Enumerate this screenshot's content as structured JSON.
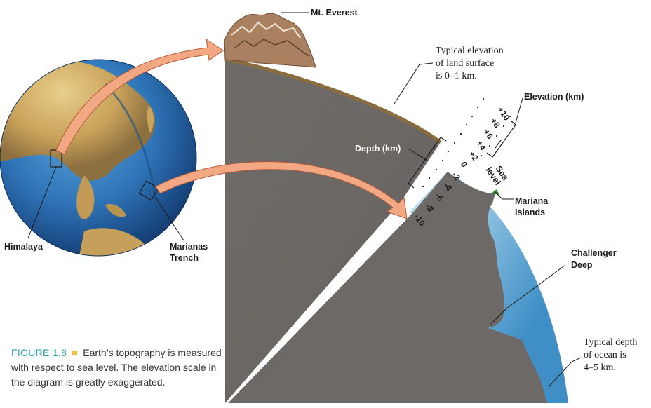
{
  "labels": {
    "mt_everest": "Mt. Everest",
    "land_elev_1": "Typical elevation",
    "land_elev_2": "of land surface",
    "land_elev_3": "is 0–1 km.",
    "elevation_km": "Elevation (km)",
    "depth_km": "Depth (km)",
    "sea": "Sea",
    "level": "level",
    "mariana_islands_1": "Mariana",
    "mariana_islands_2": "Islands",
    "challenger_1": "Challenger",
    "challenger_2": "Deep",
    "ocean_depth_1": "Typical depth",
    "ocean_depth_2": "of ocean is",
    "ocean_depth_3": "4–5 km.",
    "himalaya": "Himalaya",
    "marianas_trench_1": "Marianas",
    "marianas_trench_2": "Trench"
  },
  "scale_ticks": [
    "+10",
    "+8",
    "+6",
    "+4",
    "+2",
    "0",
    "-2",
    "-4",
    "-6",
    "-8",
    "-10"
  ],
  "caption": {
    "figure": "FIGURE 1.8",
    "text": "Earth’s topography is measured with respect to sea level. The elevation scale in the diagram is greatly exaggerated."
  },
  "colors": {
    "rock": "#6e6a67",
    "ocean_light": "#d8ecf7",
    "ocean_dark": "#3f8fc6",
    "arrow": "#f2a882",
    "caption_accent": "#2aa3a8"
  }
}
